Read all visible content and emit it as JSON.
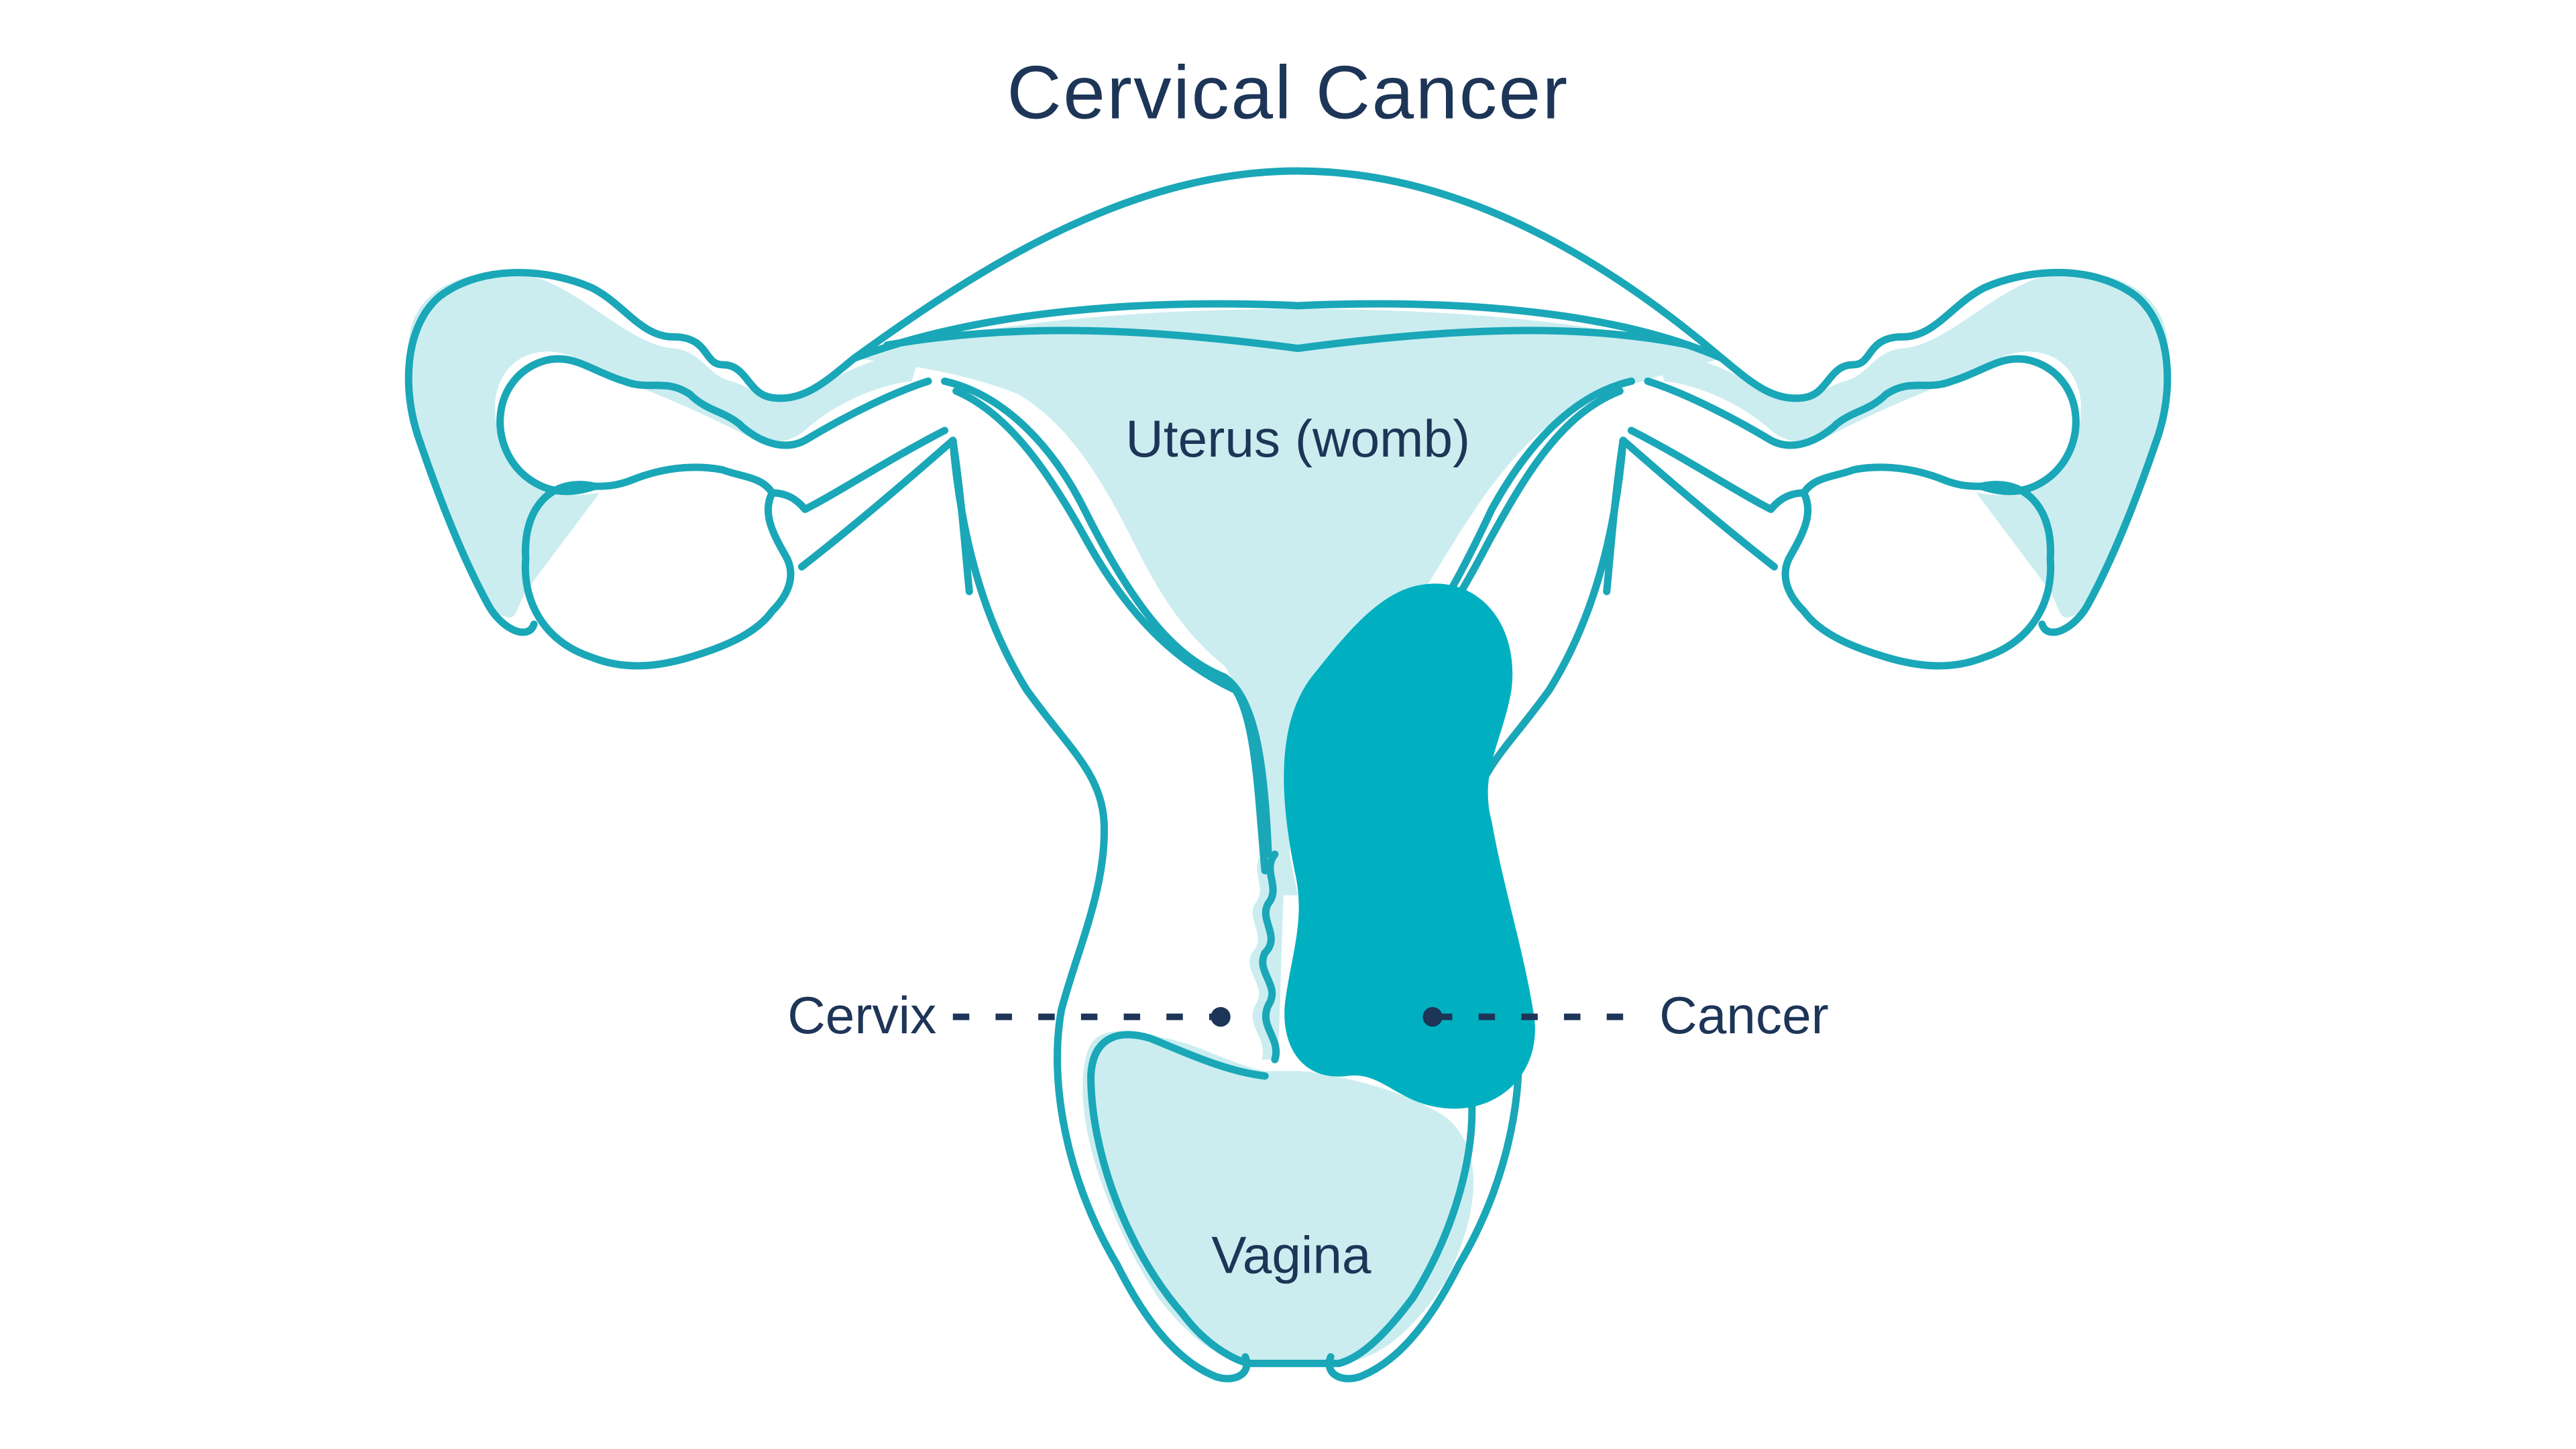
{
  "title": "Cervical Cancer",
  "labels": {
    "uterus": "Uterus (womb)",
    "cervix": "Cervix",
    "cancer": "Cancer",
    "vagina": "Vagina"
  },
  "colors": {
    "outline": "#1aa7b8",
    "light_fill": "#cbedf0",
    "tumor": "#00b0c0",
    "text": "#1d3557"
  }
}
